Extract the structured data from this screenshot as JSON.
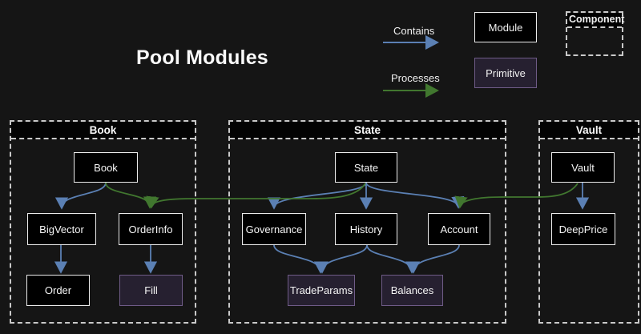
{
  "title": "Pool Modules",
  "legend": {
    "contains_label": "Contains",
    "processes_label": "Processes",
    "module_label": "Module",
    "primitive_label": "Primitive",
    "component_label": "Component"
  },
  "colors": {
    "contains_arrow": "#5b80b4",
    "processes_arrow": "#41772f",
    "module_fill": "#000000",
    "module_border": "#ececec",
    "primitive_fill": "#262030",
    "primitive_border": "#6f5b87",
    "background": "#151515"
  },
  "groups": {
    "book": {
      "label": "Book",
      "nodes": {
        "book": "Book",
        "bigvector": "BigVector",
        "orderinfo": "OrderInfo",
        "order": "Order",
        "fill": "Fill"
      }
    },
    "state": {
      "label": "State",
      "nodes": {
        "state": "State",
        "governance": "Governance",
        "history": "History",
        "account": "Account",
        "tradeparams": "TradeParams",
        "balances": "Balances"
      }
    },
    "vault": {
      "label": "Vault",
      "nodes": {
        "vault": "Vault",
        "deepprice": "DeepPrice"
      }
    }
  },
  "edges": [
    {
      "from": "Book",
      "to": "BigVector",
      "type": "contains"
    },
    {
      "from": "BigVector",
      "to": "Order",
      "type": "contains"
    },
    {
      "from": "OrderInfo",
      "to": "Fill",
      "type": "contains"
    },
    {
      "from": "State",
      "to": "Governance",
      "type": "contains"
    },
    {
      "from": "State",
      "to": "History",
      "type": "contains"
    },
    {
      "from": "State",
      "to": "Account",
      "type": "contains"
    },
    {
      "from": "Governance",
      "to": "TradeParams",
      "type": "contains"
    },
    {
      "from": "History",
      "to": "TradeParams",
      "type": "contains"
    },
    {
      "from": "History",
      "to": "Balances",
      "type": "contains"
    },
    {
      "from": "Account",
      "to": "Balances",
      "type": "contains"
    },
    {
      "from": "Vault",
      "to": "DeepPrice",
      "type": "contains"
    },
    {
      "from": "Book",
      "to": "OrderInfo",
      "type": "processes"
    },
    {
      "from": "State",
      "to": "OrderInfo",
      "type": "processes"
    },
    {
      "from": "Vault",
      "to": "Account",
      "type": "processes"
    }
  ]
}
